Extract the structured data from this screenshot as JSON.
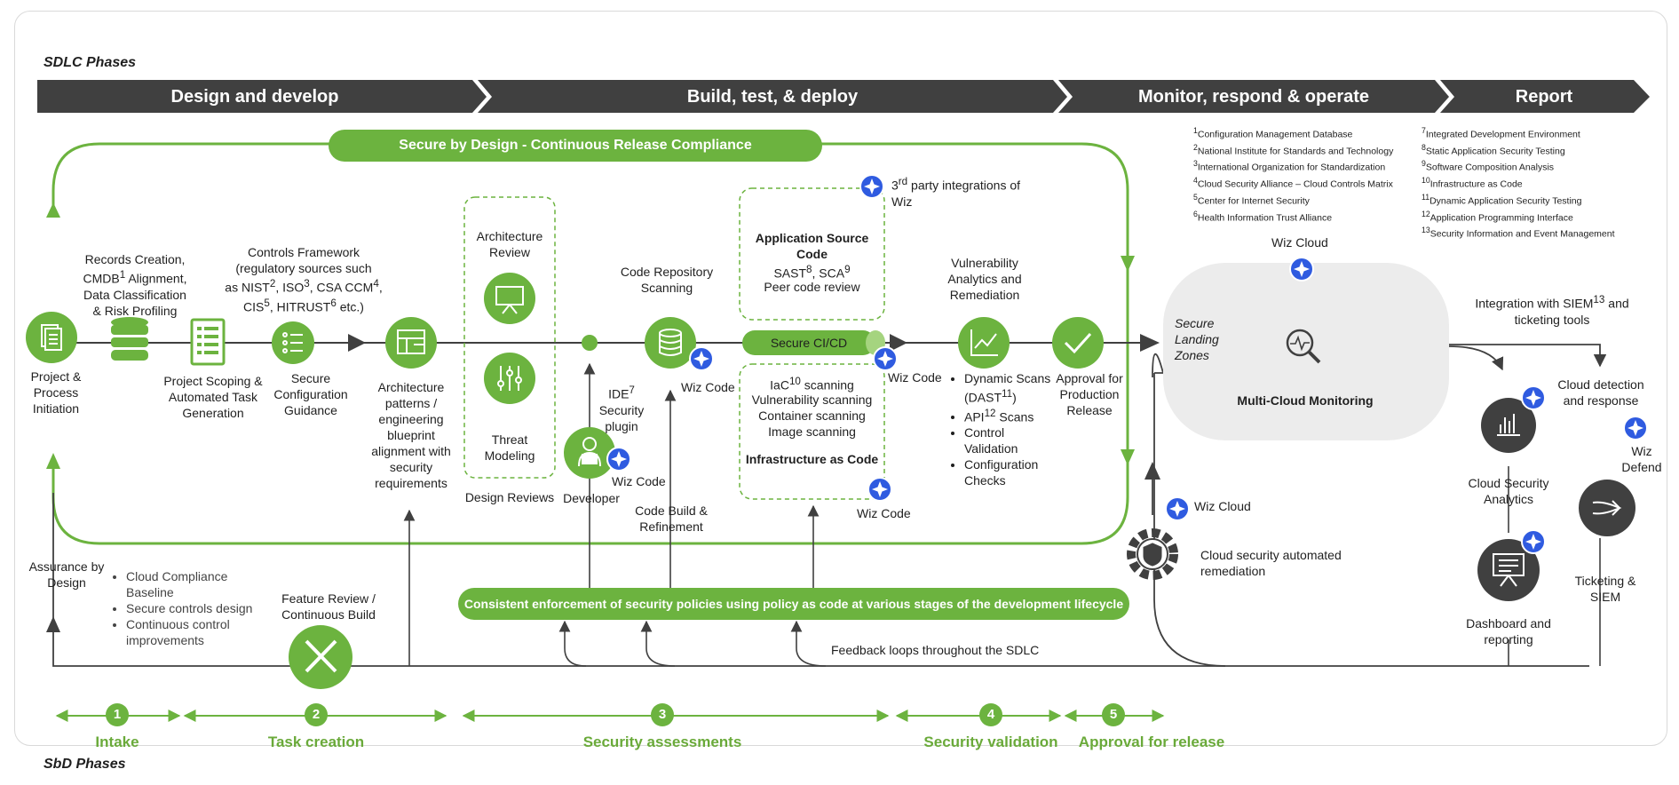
{
  "sdlc_label": "SDLC Phases",
  "sbd_label": "SbD Phases",
  "phases": [
    "Design and develop",
    "Build, test, & deploy",
    "Monitor, respond & operate",
    "Report"
  ],
  "secure_by_design": "Secure by Design - Continuous Release Compliance",
  "policy_banner": "Consistent enforcement of security policies using policy as code at various stages of the development lifecycle",
  "feedback_loops": "Feedback loops throughout the SDLC",
  "footnotes_left": [
    {
      "num": "1",
      "text": "Configuration Management Database"
    },
    {
      "num": "2",
      "text": "National Institute for Standards and Technology"
    },
    {
      "num": "3",
      "text": "International Organization for Standardization"
    },
    {
      "num": "4",
      "text": "Cloud Security Alliance – Cloud Controls Matrix"
    },
    {
      "num": "5",
      "text": "Center for Internet Security"
    },
    {
      "num": "6",
      "text": "Health Information Trust Alliance"
    }
  ],
  "footnotes_right": [
    {
      "num": "7",
      "text": "Integrated Development Environment"
    },
    {
      "num": "8",
      "text": "Static Application Security Testing"
    },
    {
      "num": "9",
      "text": "Software Composition Analysis"
    },
    {
      "num": "10",
      "text": "Infrastructure as Code"
    },
    {
      "num": "11",
      "text": "Dynamic Application Security Testing"
    },
    {
      "num": "12",
      "text": "Application Programming Interface"
    },
    {
      "num": "13",
      "text": "Security Information and Event Management"
    }
  ],
  "nodes": {
    "project_init": "Project & Process Initiation",
    "records_creation": {
      "a": "Records Creation,",
      "b": "CMDB",
      "b_sup": "1",
      "c": " Alignment,",
      "d": "Data Classification",
      "e": "& Risk Profiling"
    },
    "project_scoping": "Project Scoping & Automated Task Generation",
    "controls_framework": {
      "a": "Controls Framework",
      "b": "(regulatory sources such",
      "c": "as NIST",
      "c_sup1": "2",
      "c2": ", ISO",
      "c_sup2": "3",
      "c3": ", CSA CCM",
      "c_sup3": "4",
      "c4": ",",
      "d": "CIS",
      "d_sup1": "5",
      "d2": ", HITRUST",
      "d_sup2": "6",
      "d3": " etc.)"
    },
    "secure_config": "Secure Configuration Guidance",
    "arch_patterns": "Architecture patterns / engineering blueprint alignment with security requirements",
    "arch_review": "Architecture Review",
    "threat_modeling": "Threat Modeling",
    "design_reviews": "Design Reviews",
    "ide": {
      "a": "IDE",
      "sup": "7",
      "b": "Security plugin"
    },
    "developer": "Developer",
    "wiz_code": "Wiz Code",
    "code_repo": "Code Repository Scanning",
    "code_build": "Code Build & Refinement",
    "third_party": {
      "a": "3",
      "sup": "rd",
      "b": " party integrations of",
      "c": "Wiz"
    },
    "app_source": "Application Source Code",
    "sast": {
      "a": "SAST",
      "sup1": "8",
      "b": ", SCA",
      "sup2": "9"
    },
    "peer_review": "Peer code review",
    "secure_cicd": "Secure CI/CD",
    "iac_scan": {
      "a": "IaC",
      "sup": "10",
      "b": " scanning"
    },
    "iac_items": [
      "Vulnerability scanning",
      "Container scanning",
      "Image scanning"
    ],
    "iac_title": "Infrastructure as Code",
    "vuln_analytics": "Vulnerability Analytics and Remediation",
    "dyn_scans": {
      "a": "Dynamic Scans (DAST",
      "sup": "11",
      "b": ")"
    },
    "api_scans": {
      "a": "API",
      "sup": "12",
      "b": " Scans"
    },
    "control_val": "Control Validation",
    "config_checks": "Configuration Checks",
    "approval": "Approval for Production Release",
    "secure_landing": "Secure Landing Zones",
    "wiz_cloud": "Wiz Cloud",
    "multi_cloud": "Multi-Cloud Monitoring",
    "siem_integration": {
      "a": "Integration with SIEM",
      "sup": "13",
      "b": " and",
      "c": "ticketing tools"
    },
    "cloud_detection": "Cloud detection and response",
    "wiz_defend": "Wiz Defend",
    "cloud_analytics": "Cloud Security Analytics",
    "dashboard": "Dashboard and reporting",
    "ticketing": "Ticketing & SIEM",
    "auto_remediation": "Cloud security automated remediation",
    "assurance": "Assurance by Design",
    "assurance_items": [
      "Cloud Compliance Baseline",
      "Secure controls design",
      "Continuous control improvements"
    ],
    "feature_review": "Feature Review / Continuous Build"
  },
  "sbd_phases": [
    {
      "num": "1",
      "label": "Intake"
    },
    {
      "num": "2",
      "label": "Task creation"
    },
    {
      "num": "3",
      "label": "Security assessments"
    },
    {
      "num": "4",
      "label": "Security validation"
    },
    {
      "num": "5",
      "label": "Approval for release"
    }
  ],
  "colors": {
    "green": "#6cb33f",
    "dark": "#404040",
    "blue": "#2f5be0",
    "gray_panel": "#ececec"
  }
}
